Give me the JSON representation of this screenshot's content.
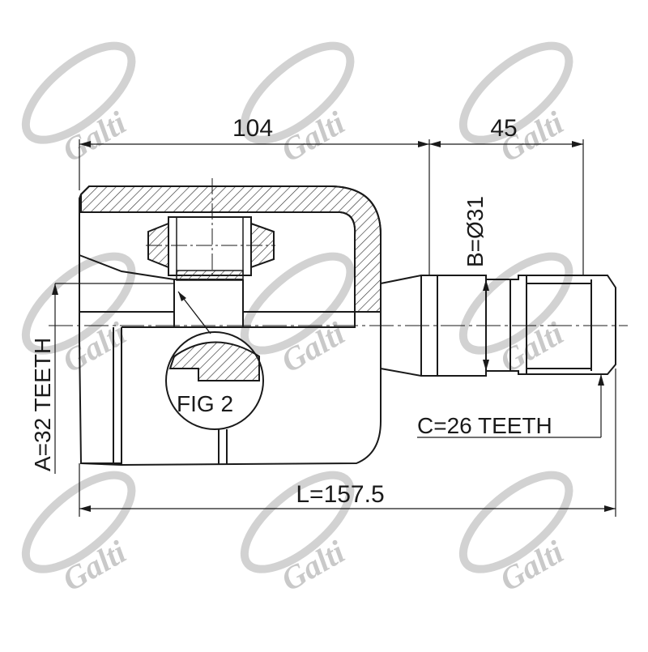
{
  "dimensions": {
    "overall_width": "104",
    "shaft_length": "45",
    "shaft_diameter": "B=Ø31",
    "housing_spline": "A=32 TEETH",
    "shaft_spline": "C=26 TEETH",
    "total_length": "L=157.5"
  },
  "detail_label": "FIG 2",
  "watermark": {
    "brand_text": "Galti",
    "color": "#c9c9c9"
  },
  "colors": {
    "line": "#1a1a1a",
    "hatch": "#333333",
    "background": "#ffffff"
  }
}
